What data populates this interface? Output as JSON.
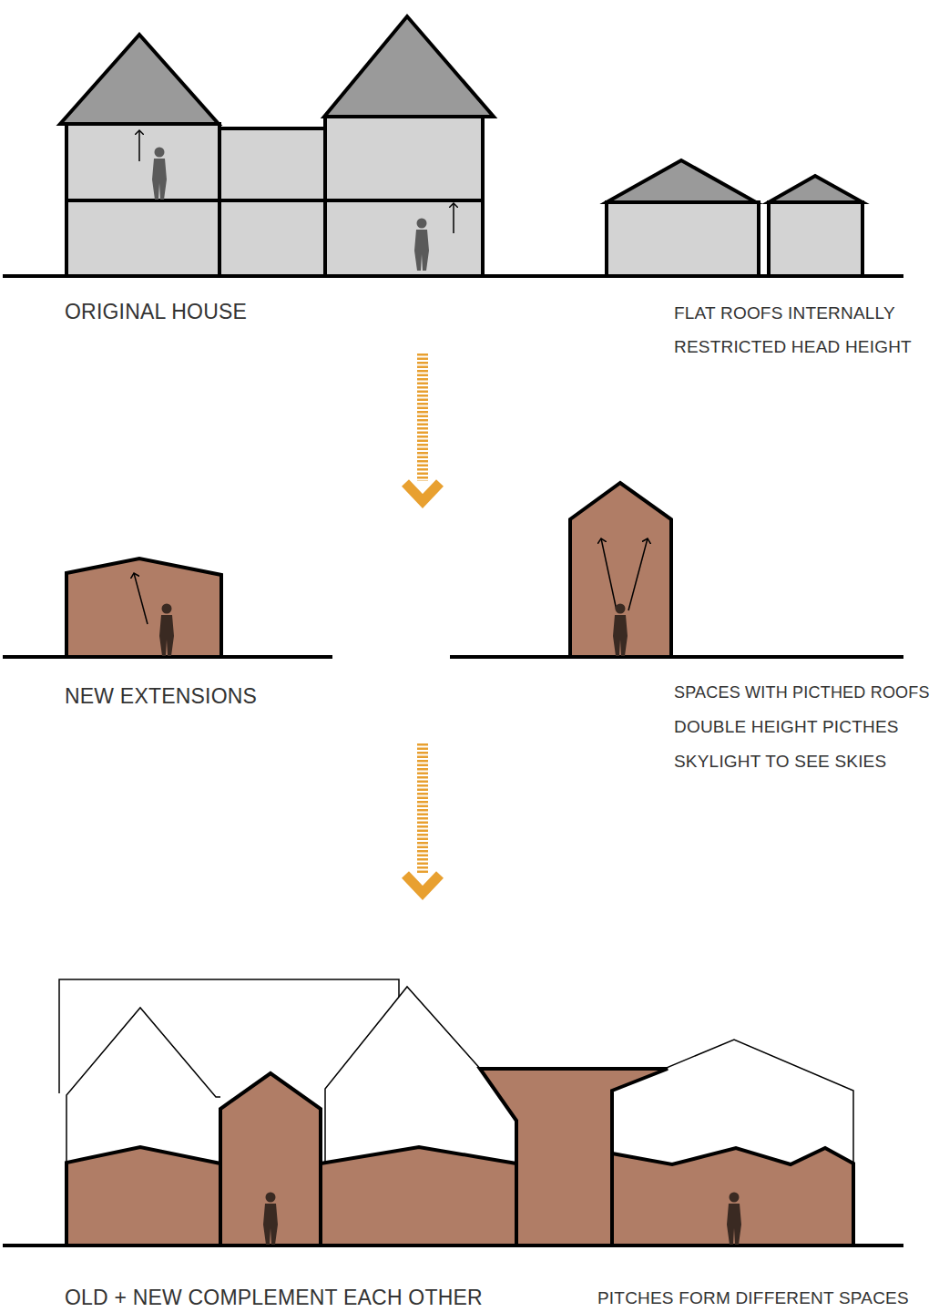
{
  "diagram": {
    "labels": [
      "ORIGINAL HOUSE",
      "FLAT ROOFS INTERNALLY",
      "RESTRICTED HEAD HEIGHT",
      "NEW EXTENSIONS",
      "SPACES WITH PICTHED ROOFS",
      "DOUBLE HEIGHT PICTHES",
      "SKYLIGHT TO SEE SKIES",
      "OLD + NEW COMPLEMENT EACH OTHER",
      "PITCHES FORM DIFFERENT SPACES"
    ]
  }
}
